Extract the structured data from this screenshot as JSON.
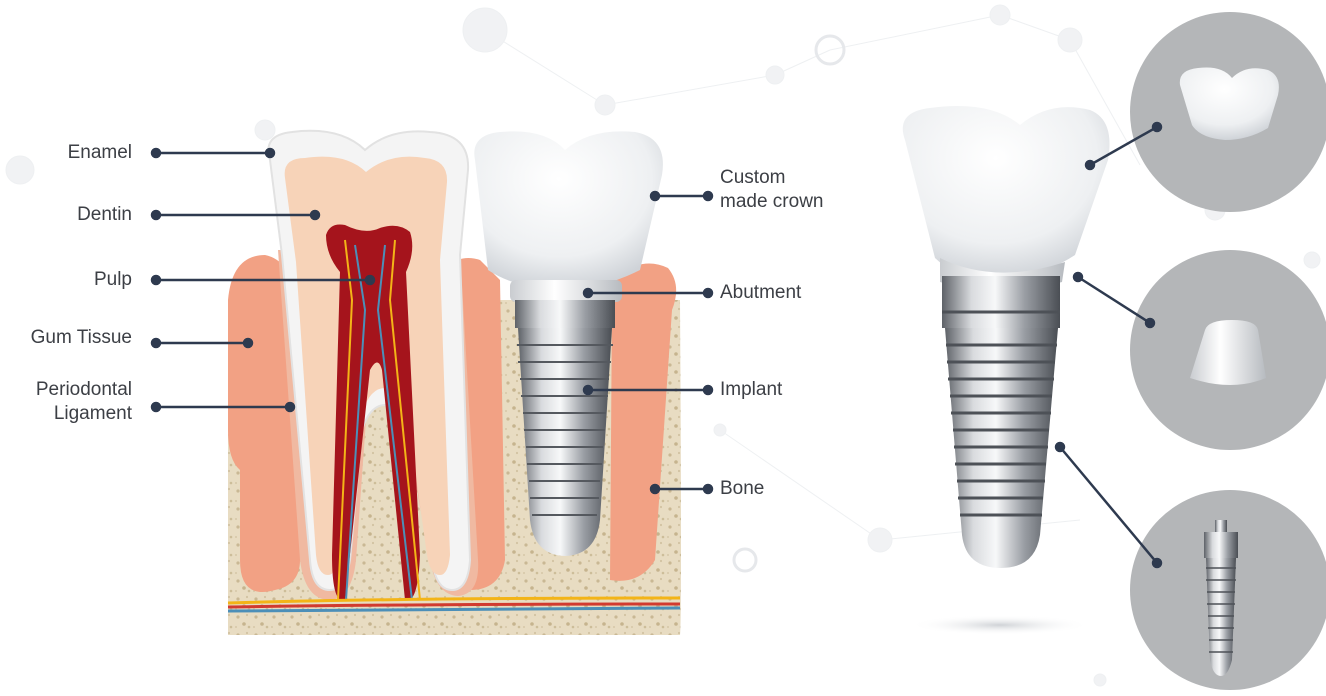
{
  "labels_left": [
    {
      "id": "enamel",
      "text": "Enamel"
    },
    {
      "id": "dentin",
      "text": "Dentin"
    },
    {
      "id": "pulp",
      "text": "Pulp"
    },
    {
      "id": "gum_tissue",
      "text": "Gum Tissue"
    },
    {
      "id": "periodontal_ligament",
      "text": "Periodontal\nLigament"
    }
  ],
  "labels_right": [
    {
      "id": "custom_crown",
      "text": "Custom\nmade crown"
    },
    {
      "id": "abutment",
      "text": "Abutment"
    },
    {
      "id": "implant",
      "text": "Implant"
    },
    {
      "id": "bone",
      "text": "Bone"
    }
  ],
  "detail_parts": [
    "crown-detail",
    "abutment-detail",
    "implant-screw-detail"
  ],
  "colors": {
    "leader_line": "#2e3a4f",
    "gum": "#f2a184",
    "bone": "#e8dcc2",
    "pulp": "#a5141c",
    "dentin": "#f7d3b8",
    "enamel": "#f4f4f4",
    "metal": "#b9bcc1",
    "circle_bg": "#b4b6b8"
  }
}
